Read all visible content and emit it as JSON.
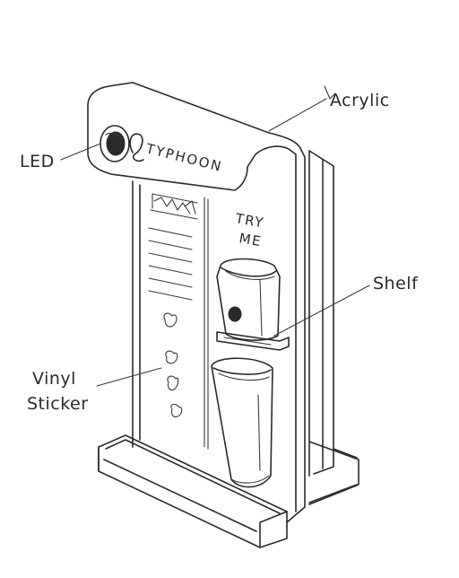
{
  "labels": {
    "acrylic": "Acrylic",
    "led": "LED",
    "shelf": "Shelf",
    "vinyl_line1": "Vinyl",
    "vinyl_line2": "Sticker"
  },
  "display_text": {
    "brand": "TYPHOON",
    "try": "TRY",
    "me": "ME"
  }
}
